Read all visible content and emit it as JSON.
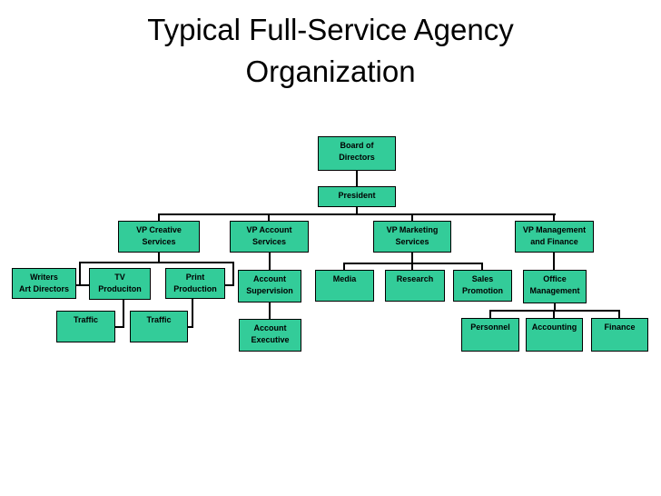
{
  "title": "Typical Full-Service Agency\nOrganization",
  "colors": {
    "box_fill": "#33CC99",
    "box_border": "#000000",
    "line": "#000000",
    "text": "#000000",
    "background": "#FFFFFF"
  },
  "nodes": {
    "board": {
      "label": "Board of\nDirectors"
    },
    "president": {
      "label": "President"
    },
    "vp_creative": {
      "label": "VP Creative\nServices"
    },
    "vp_account": {
      "label": "VP Account\nServices"
    },
    "vp_marketing": {
      "label": "VP Marketing\nServices"
    },
    "vp_management": {
      "label": "VP Management\nand Finance"
    },
    "writers": {
      "label": "Writers\nArt Directors"
    },
    "tv_production": {
      "label": "TV\nProduciton"
    },
    "print_production": {
      "label": "Print\nProduction"
    },
    "traffic_1": {
      "label": "Traffic"
    },
    "traffic_2": {
      "label": "Traffic"
    },
    "account_supervision": {
      "label": "Account\nSupervision"
    },
    "account_executive": {
      "label": "Account\nExecutive"
    },
    "media": {
      "label": "Media"
    },
    "research": {
      "label": "Research"
    },
    "sales_promotion": {
      "label": "Sales\nPromotion"
    },
    "office_management": {
      "label": "Office\nManagement"
    },
    "personnel": {
      "label": "Personnel"
    },
    "accounting": {
      "label": "Accounting"
    },
    "finance": {
      "label": "Finance"
    }
  }
}
